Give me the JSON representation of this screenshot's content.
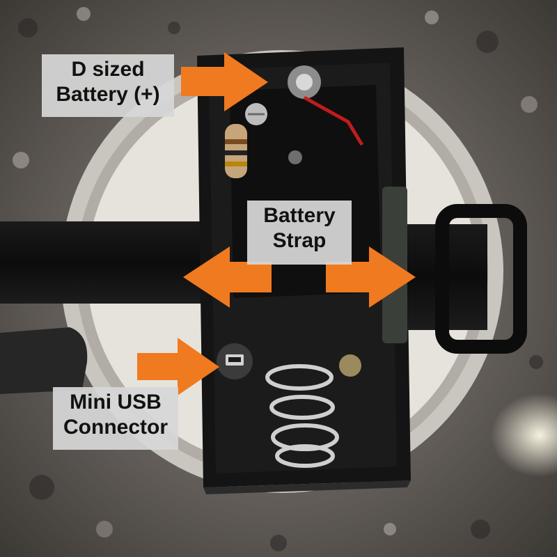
{
  "labels": {
    "d_battery": {
      "line1": "D sized",
      "line2": "Battery (+)"
    },
    "battery_strap": {
      "line1": "Battery",
      "line2": "Strap"
    },
    "mini_usb": {
      "line1": "Mini USB",
      "line2": "Connector"
    }
  },
  "colors": {
    "arrow": "#f07a1f",
    "label_background": "#d7d7d7",
    "holder": "#141414",
    "lid": "#e6e3dd"
  },
  "icons": [
    "orange-arrow-right",
    "orange-arrow-left",
    "battery-spring",
    "mini-usb-port",
    "screw",
    "resistor",
    "strap-buckle"
  ]
}
